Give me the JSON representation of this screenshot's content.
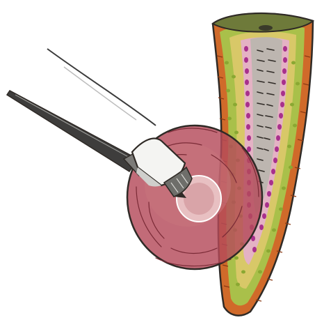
{
  "illustration": {
    "subjects": [
      "pipette-tool",
      "red-blood-disc",
      "tissue-cross-section"
    ],
    "colors": {
      "background": "#ffffff",
      "outline": "#2f2a26",
      "tissue_orange": "#d06a2a",
      "tissue_green": "#a9c04a",
      "tissue_yellow": "#d8c868",
      "tissue_pink": "#c060a8",
      "tissue_magenta": "#a8308c",
      "tissue_core_grey": "#bdb6b0",
      "tissue_top": "#6e7a3a",
      "disc_red": "#b54a5a",
      "disc_light": "#c8747c",
      "tool_shaft": "#3e3d3c",
      "tool_collar": "#f4f4f2",
      "tool_tip": "#6e6e6a"
    }
  }
}
